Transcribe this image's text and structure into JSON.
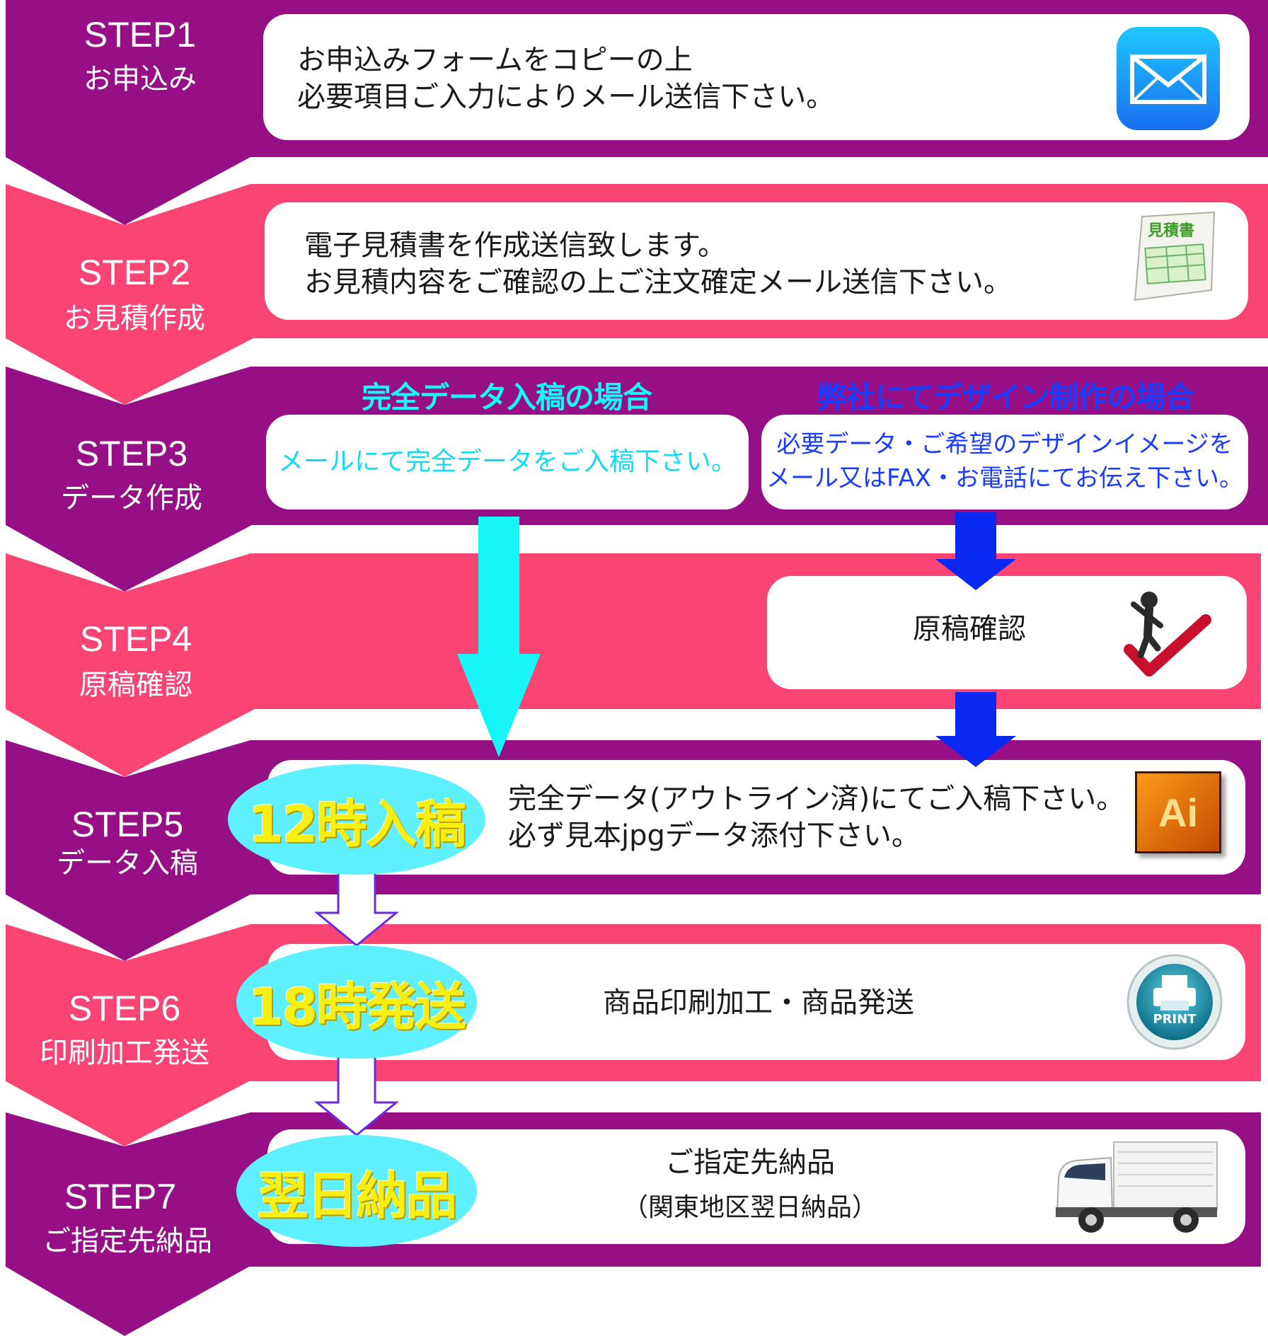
{
  "steps": [
    {
      "title": "STEP1",
      "subtitle": "お申込み"
    },
    {
      "title": "STEP2",
      "subtitle": "お見積作成"
    },
    {
      "title": "STEP3",
      "subtitle": "データ作成"
    },
    {
      "title": "STEP4",
      "subtitle": "原稿確認"
    },
    {
      "title": "STEP5",
      "subtitle": "データ入稿"
    },
    {
      "title": "STEP6",
      "subtitle": "印刷加工発送"
    },
    {
      "title": "STEP7",
      "subtitle": "ご指定先納品"
    }
  ],
  "step1": {
    "line1": "お申込みフォームをコピーの上",
    "line2": "必要項目ご入力によりメール送信下さい。"
  },
  "step2": {
    "line1": "電子見積書を作成送信致します。",
    "line2": "お見積内容をご確認の上ご注文確定メール送信下さい。",
    "icon_label": "見積書"
  },
  "step3": {
    "left_title": "完全データ入稿の場合",
    "left_text": "メールにて完全データをご入稿下さい。",
    "right_title": "弊社にてデザイン制作の場合",
    "right_line1": "必要データ・ご希望のデザインイメージを",
    "right_line2": "メール又はFAX・お電話にてお伝え下さい。"
  },
  "step4": {
    "text": "原稿確認"
  },
  "step5": {
    "badge": "12時入稿",
    "line1": "完全データ(アウトライン済)にてご入稿下さい。",
    "line2": "必ず見本jpgデータ添付下さい。",
    "icon_label": "Ai"
  },
  "step6": {
    "badge": "18時発送",
    "text": "商品印刷加工・商品発送",
    "icon_label": "PRINT"
  },
  "step7": {
    "badge": "翌日納品",
    "line1": "ご指定先納品",
    "line2": "（関東地区翌日納品）"
  },
  "colors": {
    "purple": "#960f85",
    "pink": "#f94474",
    "cyan": "#16f6f9",
    "blue": "#0b28f0",
    "badge_fill": "#5ff0ff",
    "badge_text": "#f7ee12"
  }
}
